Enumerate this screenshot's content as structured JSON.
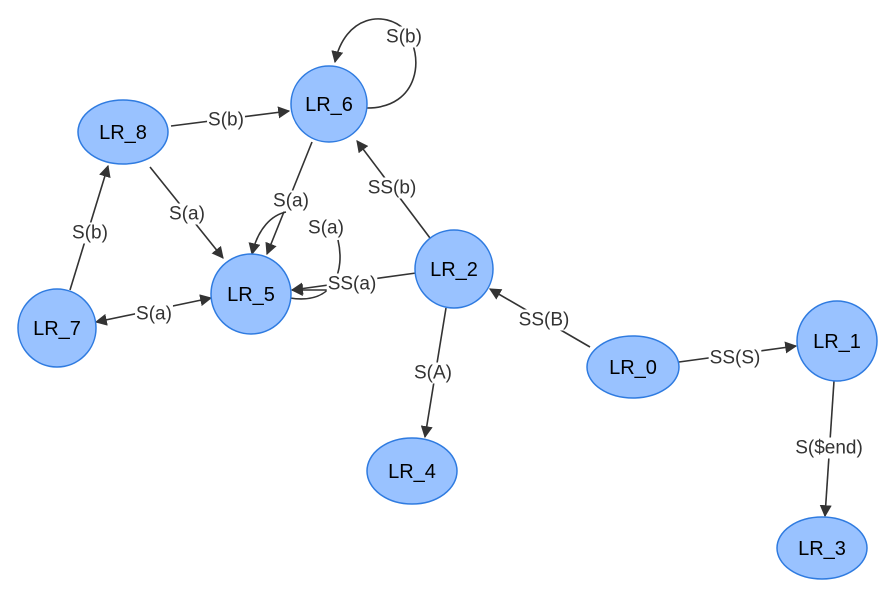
{
  "nodes": {
    "lr0": "LR_0",
    "lr1": "LR_1",
    "lr2": "LR_2",
    "lr3": "LR_3",
    "lr4": "LR_4",
    "lr5": "LR_5",
    "lr6": "LR_6",
    "lr7": "LR_7",
    "lr8": "LR_8"
  },
  "edges": {
    "lr8_lr6": "S(b)",
    "lr6_loop": "S(b)",
    "lr8_lr5": "S(a)",
    "lr6_lr5": "S(a)",
    "lr5_loop": "S(a)",
    "lr2_lr5": "SS(a)",
    "lr2_lr6": "SS(b)",
    "lr7_lr8": "S(b)",
    "lr7_lr5": "S(a)",
    "lr2_lr4": "S(A)",
    "lr0_lr2": "SS(B)",
    "lr0_lr1": "SS(S)",
    "lr1_lr3": "S($end)"
  },
  "colors": {
    "node_fill": "#99c2ff",
    "node_stroke": "#2f7be0",
    "edge": "#333333"
  }
}
